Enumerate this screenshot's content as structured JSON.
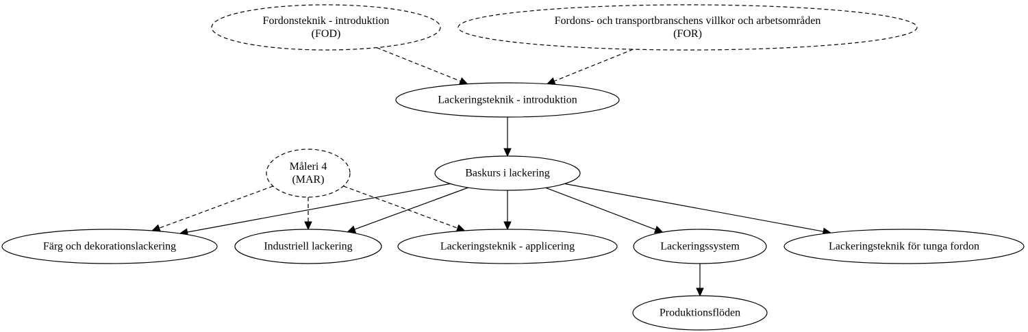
{
  "diagram": {
    "nodes": {
      "fod": {
        "lines": [
          "Fordonsteknik - introduktion",
          "(FOD)"
        ],
        "style": "dashed"
      },
      "for": {
        "lines": [
          "Fordons- och transportbranschens villkor och arbetsområden",
          "(FOR)"
        ],
        "style": "dashed"
      },
      "intro": {
        "lines": [
          "Lackeringsteknik - introduktion"
        ],
        "style": "solid"
      },
      "baskurs": {
        "lines": [
          "Baskurs i lackering"
        ],
        "style": "solid"
      },
      "mar": {
        "lines": [
          "Måleri 4",
          "(MAR)"
        ],
        "style": "dashed"
      },
      "farg": {
        "lines": [
          "Färg och dekorationslackering"
        ],
        "style": "solid"
      },
      "industriell": {
        "lines": [
          "Industriell lackering"
        ],
        "style": "solid"
      },
      "applicering": {
        "lines": [
          "Lackeringsteknik - applicering"
        ],
        "style": "solid"
      },
      "system": {
        "lines": [
          "Lackeringssystem"
        ],
        "style": "solid"
      },
      "tunga": {
        "lines": [
          "Lackeringsteknik för tunga fordon"
        ],
        "style": "solid"
      },
      "produktion": {
        "lines": [
          "Produktionsflöden"
        ],
        "style": "solid"
      }
    },
    "edges": [
      {
        "from": "fod",
        "to": "intro",
        "style": "dashed"
      },
      {
        "from": "for",
        "to": "intro",
        "style": "dashed"
      },
      {
        "from": "intro",
        "to": "baskurs",
        "style": "solid"
      },
      {
        "from": "mar",
        "to": "farg",
        "style": "dashed"
      },
      {
        "from": "mar",
        "to": "industriell",
        "style": "dashed"
      },
      {
        "from": "mar",
        "to": "applicering",
        "style": "dashed"
      },
      {
        "from": "baskurs",
        "to": "farg",
        "style": "solid"
      },
      {
        "from": "baskurs",
        "to": "industriell",
        "style": "solid"
      },
      {
        "from": "baskurs",
        "to": "applicering",
        "style": "solid"
      },
      {
        "from": "baskurs",
        "to": "system",
        "style": "solid"
      },
      {
        "from": "baskurs",
        "to": "tunga",
        "style": "solid"
      },
      {
        "from": "system",
        "to": "produktion",
        "style": "solid"
      }
    ]
  }
}
